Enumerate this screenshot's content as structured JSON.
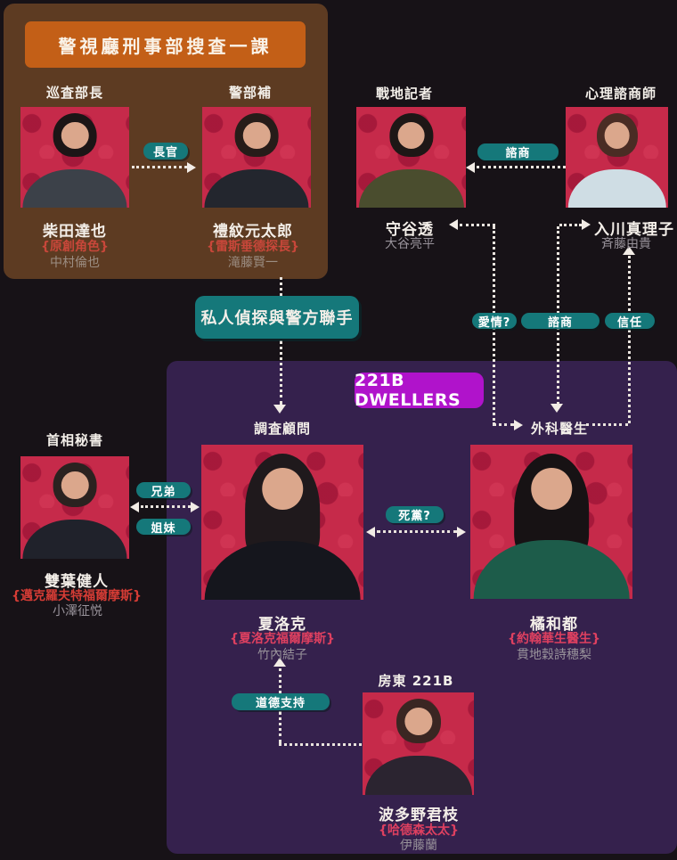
{
  "headers": {
    "police_unit": "警視廳刑事部搜査一課",
    "dwellers_label": "221B DWELLERS",
    "partnership": "私人偵探與警方聯手"
  },
  "people": [
    {
      "id": "shibata",
      "role": "巡査部長",
      "name": "柴田達也",
      "alias": "{原創角色}",
      "actor": "中村倫也"
    },
    {
      "id": "reimon",
      "role": "警部補",
      "name": "禮紋元太郎",
      "alias": "{雷斯垂德探長}",
      "actor": "滝藤賢一"
    },
    {
      "id": "moriya",
      "role": "戰地記者",
      "name": "守谷透",
      "actor": "大谷亮平"
    },
    {
      "id": "irikawa",
      "role": "心理諮商師",
      "name": "入川真理子",
      "actor": "斉藤由貴"
    },
    {
      "id": "futaba",
      "role": "首相秘書",
      "name": "雙葉健人",
      "alias": "{邁克羅夫特福爾摩斯}",
      "actor": "小澤征悦"
    },
    {
      "id": "sherlock",
      "role": "調査顧問",
      "name": "夏洛克",
      "alias": "{夏洛克福爾摩斯}",
      "actor": "竹內結子"
    },
    {
      "id": "wato",
      "role": "外科醫生",
      "name": "橘和都",
      "alias": "{約翰華生醫生}",
      "actor": "貫地穀詩穗梨"
    },
    {
      "id": "hatano",
      "role": "房東 221B",
      "name": "波多野君枝",
      "alias": "{哈德森太太}",
      "actor": "伊藤蘭"
    }
  ],
  "relations": [
    {
      "label": "長官",
      "from": "柴田達也",
      "to": "禮紋元太郎",
      "direction": "one-way"
    },
    {
      "label": "諮商",
      "from": "入川真理子",
      "to": "守谷透",
      "direction": "one-way"
    },
    {
      "label": "愛情?",
      "from": "橘和都",
      "to": "守谷透",
      "direction": "two-way"
    },
    {
      "label": "諮商",
      "from": "橘和都",
      "to": "入川真理子",
      "direction": "two-way"
    },
    {
      "label": "信任",
      "from": "橘和都",
      "to": "入川真理子",
      "direction": "two-way"
    },
    {
      "label": "兄弟",
      "from": "雙葉健人",
      "to": "夏洛克",
      "direction": "two-way"
    },
    {
      "label": "姐妹",
      "from": "夏洛克",
      "to": "雙葉健人",
      "direction": "two-way"
    },
    {
      "label": "死黨?",
      "from": "夏洛克",
      "to": "橘和都",
      "direction": "two-way"
    },
    {
      "label": "道德支持",
      "from": "波多野君枝",
      "to": "夏洛克",
      "direction": "one-way"
    }
  ],
  "connector": {
    "label": "私人偵探與警方聯手",
    "from": "警視廳刑事部搜査一課",
    "to": "調査顧問 夏洛克"
  },
  "palette": {
    "background": "#171217",
    "police_panel": "#5d3b22",
    "police_title": "#c35f17",
    "teal_badge": "#15787a",
    "dwellers_panel": "#35214d",
    "dwellers_magenta": "#b013cb",
    "alias_red_on_brown": "#c8473a",
    "alias_red_on_black": "#d53c35",
    "alias_pink_on_purple": "#de4060",
    "actor_gray": "#98929a",
    "portrait_red": "#c62a4a"
  }
}
